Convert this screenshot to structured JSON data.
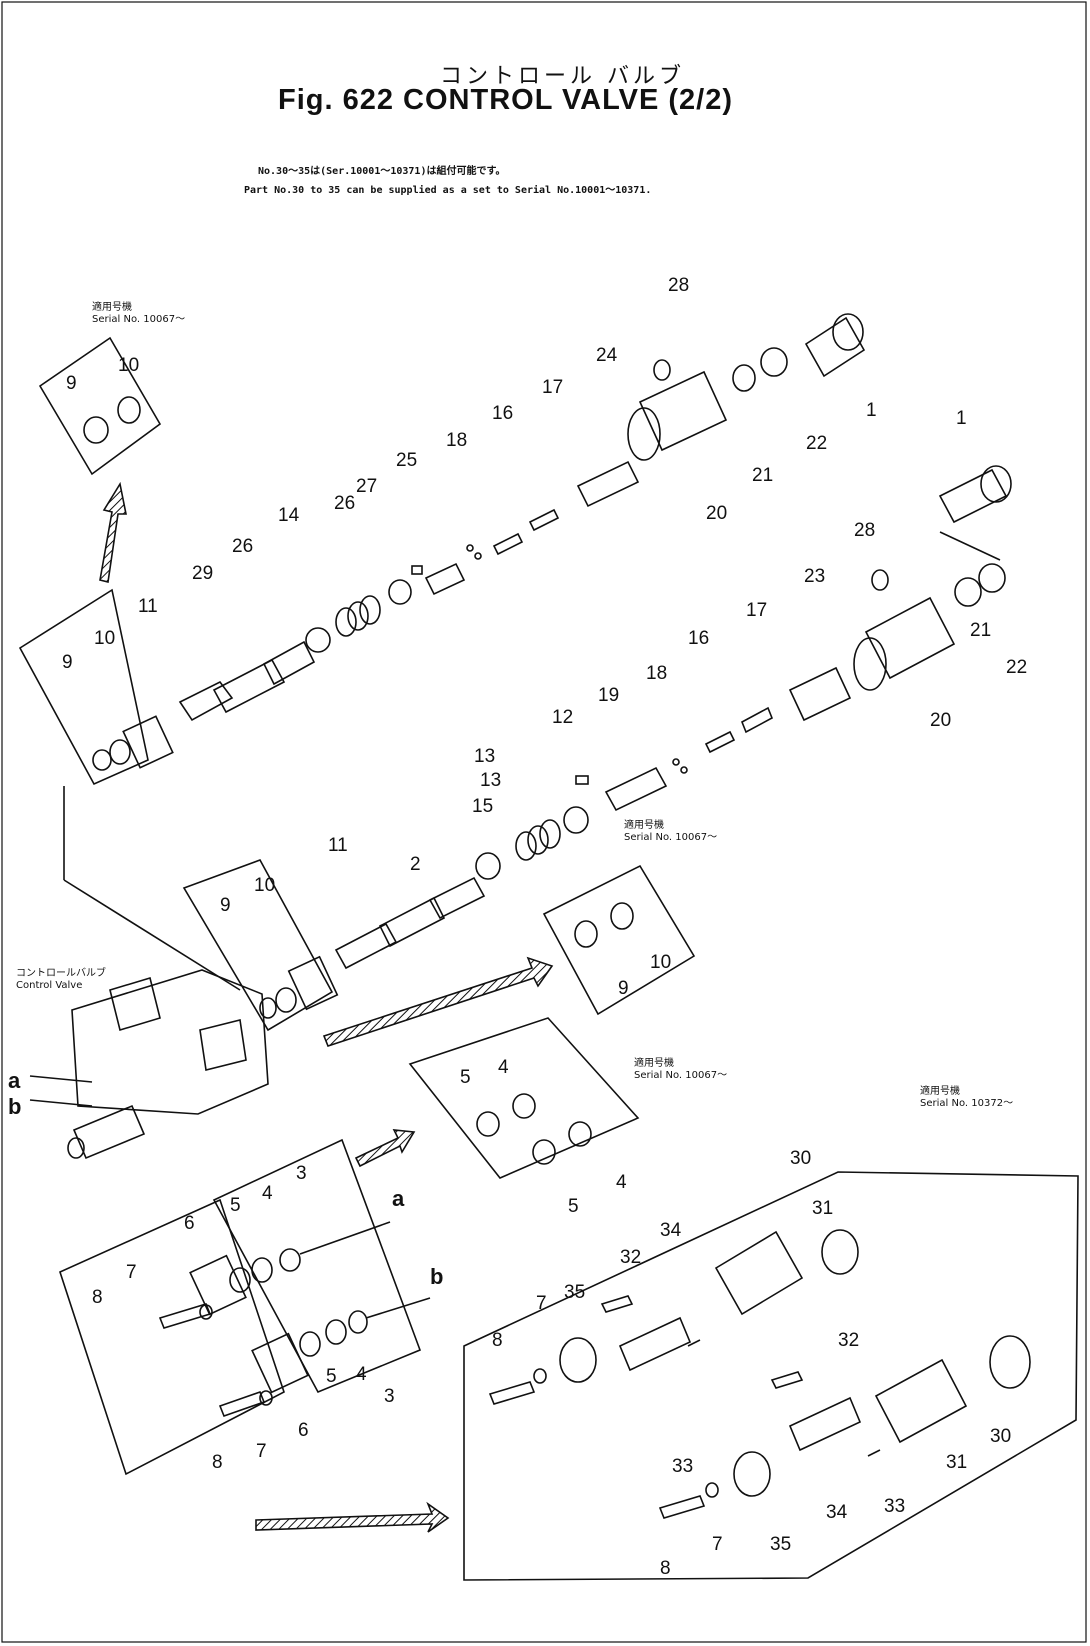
{
  "header": {
    "japanese_title": "コントロール バルブ",
    "title": "Fig. 622   CONTROL  VALVE (2/2)",
    "note_jp": "No.30～35は(Ser.10001～10371)は組付可能です。",
    "note_en": "Part No.30 to 35 can be supplied as a set to Serial No.10001～10371."
  },
  "serial_labels": [
    {
      "id": "serial-top-left",
      "text": "適用号機\nSerial No. 10067～"
    },
    {
      "id": "serial-mid",
      "text": "適用号機\nSerial No. 10067～"
    },
    {
      "id": "serial-center",
      "text": "適用号機\nSerial No. 10067～"
    },
    {
      "id": "serial-right",
      "text": "適用号機\nSerial No. 10372～"
    },
    {
      "id": "control-valve-label",
      "text": "コントロールバルブ\nControl Valve"
    }
  ],
  "ports": {
    "a": "a",
    "b": "b"
  },
  "callouts": [
    {
      "text": "28"
    },
    {
      "text": "24"
    },
    {
      "text": "17"
    },
    {
      "text": "1"
    },
    {
      "text": "22"
    },
    {
      "text": "21"
    },
    {
      "text": "20"
    },
    {
      "text": "16"
    },
    {
      "text": "18"
    },
    {
      "text": "25"
    },
    {
      "text": "27"
    },
    {
      "text": "26"
    },
    {
      "text": "14"
    },
    {
      "text": "26"
    },
    {
      "text": "29"
    },
    {
      "text": "11"
    },
    {
      "text": "10"
    },
    {
      "text": "9"
    },
    {
      "text": "9"
    },
    {
      "text": "10"
    },
    {
      "text": "1"
    },
    {
      "text": "28"
    },
    {
      "text": "23"
    },
    {
      "text": "22"
    },
    {
      "text": "21"
    },
    {
      "text": "20"
    },
    {
      "text": "17"
    },
    {
      "text": "16"
    },
    {
      "text": "18"
    },
    {
      "text": "19"
    },
    {
      "text": "12"
    },
    {
      "text": "13"
    },
    {
      "text": "15"
    },
    {
      "text": "13"
    },
    {
      "text": "2"
    },
    {
      "text": "11"
    },
    {
      "text": "10"
    },
    {
      "text": "9"
    },
    {
      "text": "9"
    },
    {
      "text": "10"
    },
    {
      "text": "5"
    },
    {
      "text": "4"
    },
    {
      "text": "4"
    },
    {
      "text": "5"
    },
    {
      "text": "6"
    },
    {
      "text": "5"
    },
    {
      "text": "4"
    },
    {
      "text": "3"
    },
    {
      "text": "7"
    },
    {
      "text": "8"
    },
    {
      "text": "5"
    },
    {
      "text": "4"
    },
    {
      "text": "3"
    },
    {
      "text": "6"
    },
    {
      "text": "7"
    },
    {
      "text": "8"
    },
    {
      "text": "30"
    },
    {
      "text": "31"
    },
    {
      "text": "34"
    },
    {
      "text": "32"
    },
    {
      "text": "35"
    },
    {
      "text": "7"
    },
    {
      "text": "8"
    },
    {
      "text": "33"
    },
    {
      "text": "32"
    },
    {
      "text": "30"
    },
    {
      "text": "31"
    },
    {
      "text": "33"
    },
    {
      "text": "34"
    },
    {
      "text": "35"
    },
    {
      "text": "7"
    },
    {
      "text": "8"
    }
  ]
}
